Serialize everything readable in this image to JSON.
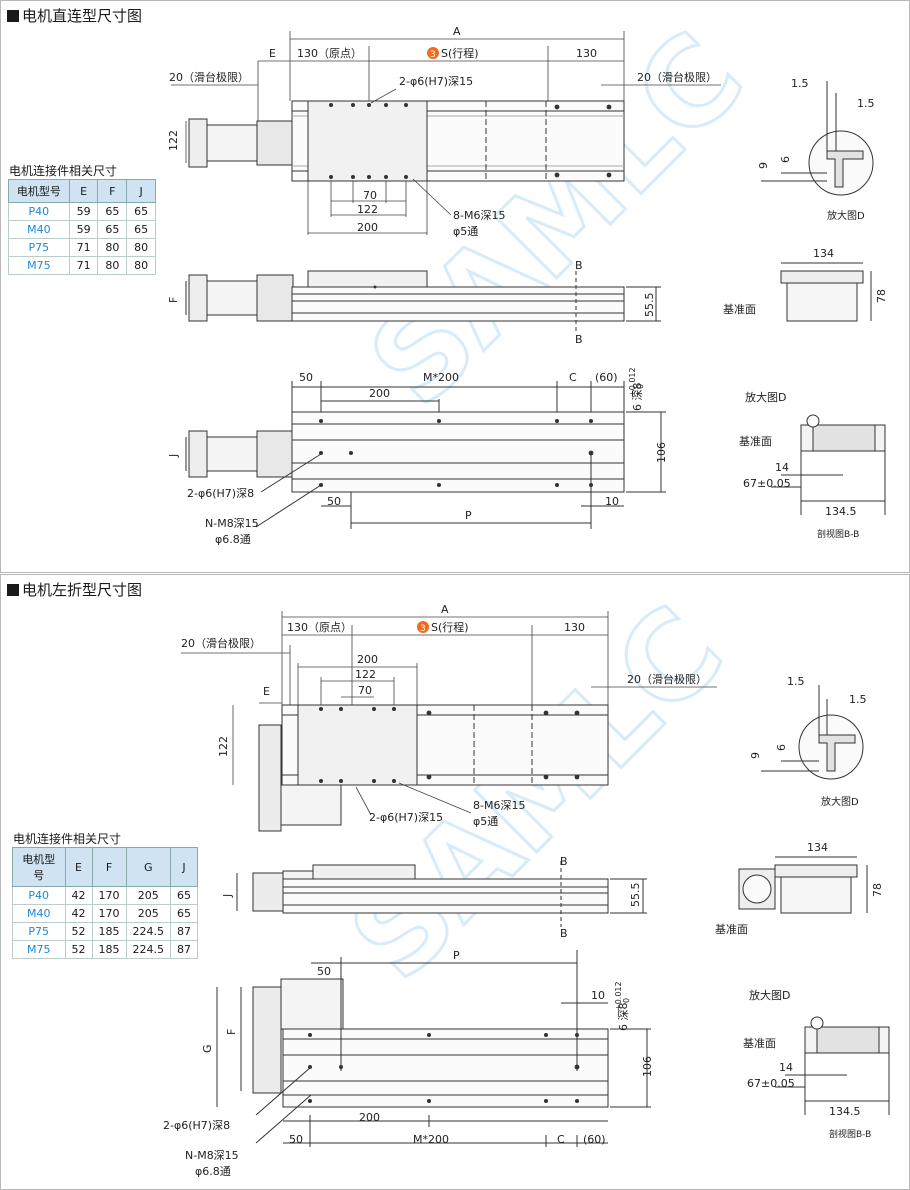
{
  "sections": [
    {
      "title": "电机直连型尺寸图",
      "table_caption": "电机连接件相关尺寸",
      "table": {
        "headers": [
          "电机型号",
          "E",
          "F",
          "J"
        ],
        "rows": [
          [
            "P40",
            "59",
            "65",
            "65"
          ],
          [
            "M40",
            "59",
            "65",
            "65"
          ],
          [
            "P75",
            "71",
            "80",
            "80"
          ],
          [
            "M75",
            "71",
            "80",
            "80"
          ]
        ]
      },
      "labels": {
        "A": "A",
        "E": "E",
        "F": "F",
        "J": "J",
        "P": "P",
        "B1": "B",
        "B2": "B",
        "d130_origin": "130（原点）",
        "stroke": "S(行程)",
        "stroke_mark": "3",
        "d130": "130",
        "limit_left": "20（滑台极限）",
        "limit_right": "20（滑台极限）",
        "pin_holes": "2-φ6(H7)深15",
        "d122h": "122",
        "d70": "70",
        "d122": "122",
        "d200": "200",
        "m6": "8-M6深15",
        "m6_thru": "φ5通",
        "d55": "55.5",
        "d50a": "50",
        "m200": "M*200",
        "d200b": "200",
        "C": "C",
        "d60": "(60)",
        "tol_top": "+0.012",
        "tol_bot": "0",
        "d6deep8": "6 深8",
        "d106": "106",
        "pin8": "2-φ6(H7)深8",
        "d50b": "50",
        "d10": "10",
        "m8": "N-M8深15",
        "m8_thru": "φ6.8通",
        "d1_5a": "1.5",
        "d1_5b": "1.5",
        "d9": "9",
        "d6": "6",
        "zoom": "放大图D",
        "d134": "134",
        "d78": "78",
        "datum": "基准面",
        "zoomD": "放大图D",
        "datum2": "基准面",
        "d14": "14",
        "d67": "67±0.05",
        "d134_5": "134.5",
        "section_bb": "剖视图B-B"
      }
    },
    {
      "title": "电机左折型尺寸图",
      "table_caption": "电机连接件相关尺寸",
      "table": {
        "headers": [
          "电机型号",
          "E",
          "F",
          "G",
          "J"
        ],
        "rows": [
          [
            "P40",
            "42",
            "170",
            "205",
            "65"
          ],
          [
            "M40",
            "42",
            "170",
            "205",
            "65"
          ],
          [
            "P75",
            "52",
            "185",
            "224.5",
            "87"
          ],
          [
            "M75",
            "52",
            "185",
            "224.5",
            "87"
          ]
        ]
      },
      "labels": {
        "A": "A",
        "E": "E",
        "F": "F",
        "G": "G",
        "J": "J",
        "P": "P",
        "B1": "B",
        "B2": "B",
        "d130_origin": "130（原点）",
        "stroke": "S(行程)",
        "stroke_mark": "3",
        "d130": "130",
        "limit_left": "20（滑台极限）",
        "limit_right": "20（滑台极限）",
        "d200": "200",
        "d122": "122",
        "d70": "70",
        "d122v": "122",
        "pin_holes": "2-φ6(H7)深15",
        "m6": "8-M6深15",
        "m6_thru": "φ5通",
        "d55": "55.5",
        "d50a": "50",
        "d10": "10",
        "tol_top": "+0.012",
        "tol_bot": "0",
        "d6deep8": "6 深8",
        "d106": "106",
        "pin8": "2-φ6(H7)深8",
        "m8": "N-M8深15",
        "m8_thru": "φ6.8通",
        "d200b": "200",
        "d50b": "50",
        "m200": "M*200",
        "C": "C",
        "d60": "(60)",
        "d1_5a": "1.5",
        "d1_5b": "1.5",
        "d9": "9",
        "d6": "6",
        "zoom": "放大图D",
        "d134": "134",
        "d78": "78",
        "datum": "基准面",
        "zoomD": "放大图D",
        "datum2": "基准面",
        "d14": "14",
        "d67": "67±0.05",
        "d134_5": "134.5",
        "section_bb": "剖视图B-B"
      }
    }
  ],
  "colors": {
    "accent_orange": "#f26b1d",
    "model_blue": "#1e88d8",
    "table_header": "#cfe3f3",
    "watermark": "#d7ecf8"
  },
  "watermark": "SAMLC"
}
